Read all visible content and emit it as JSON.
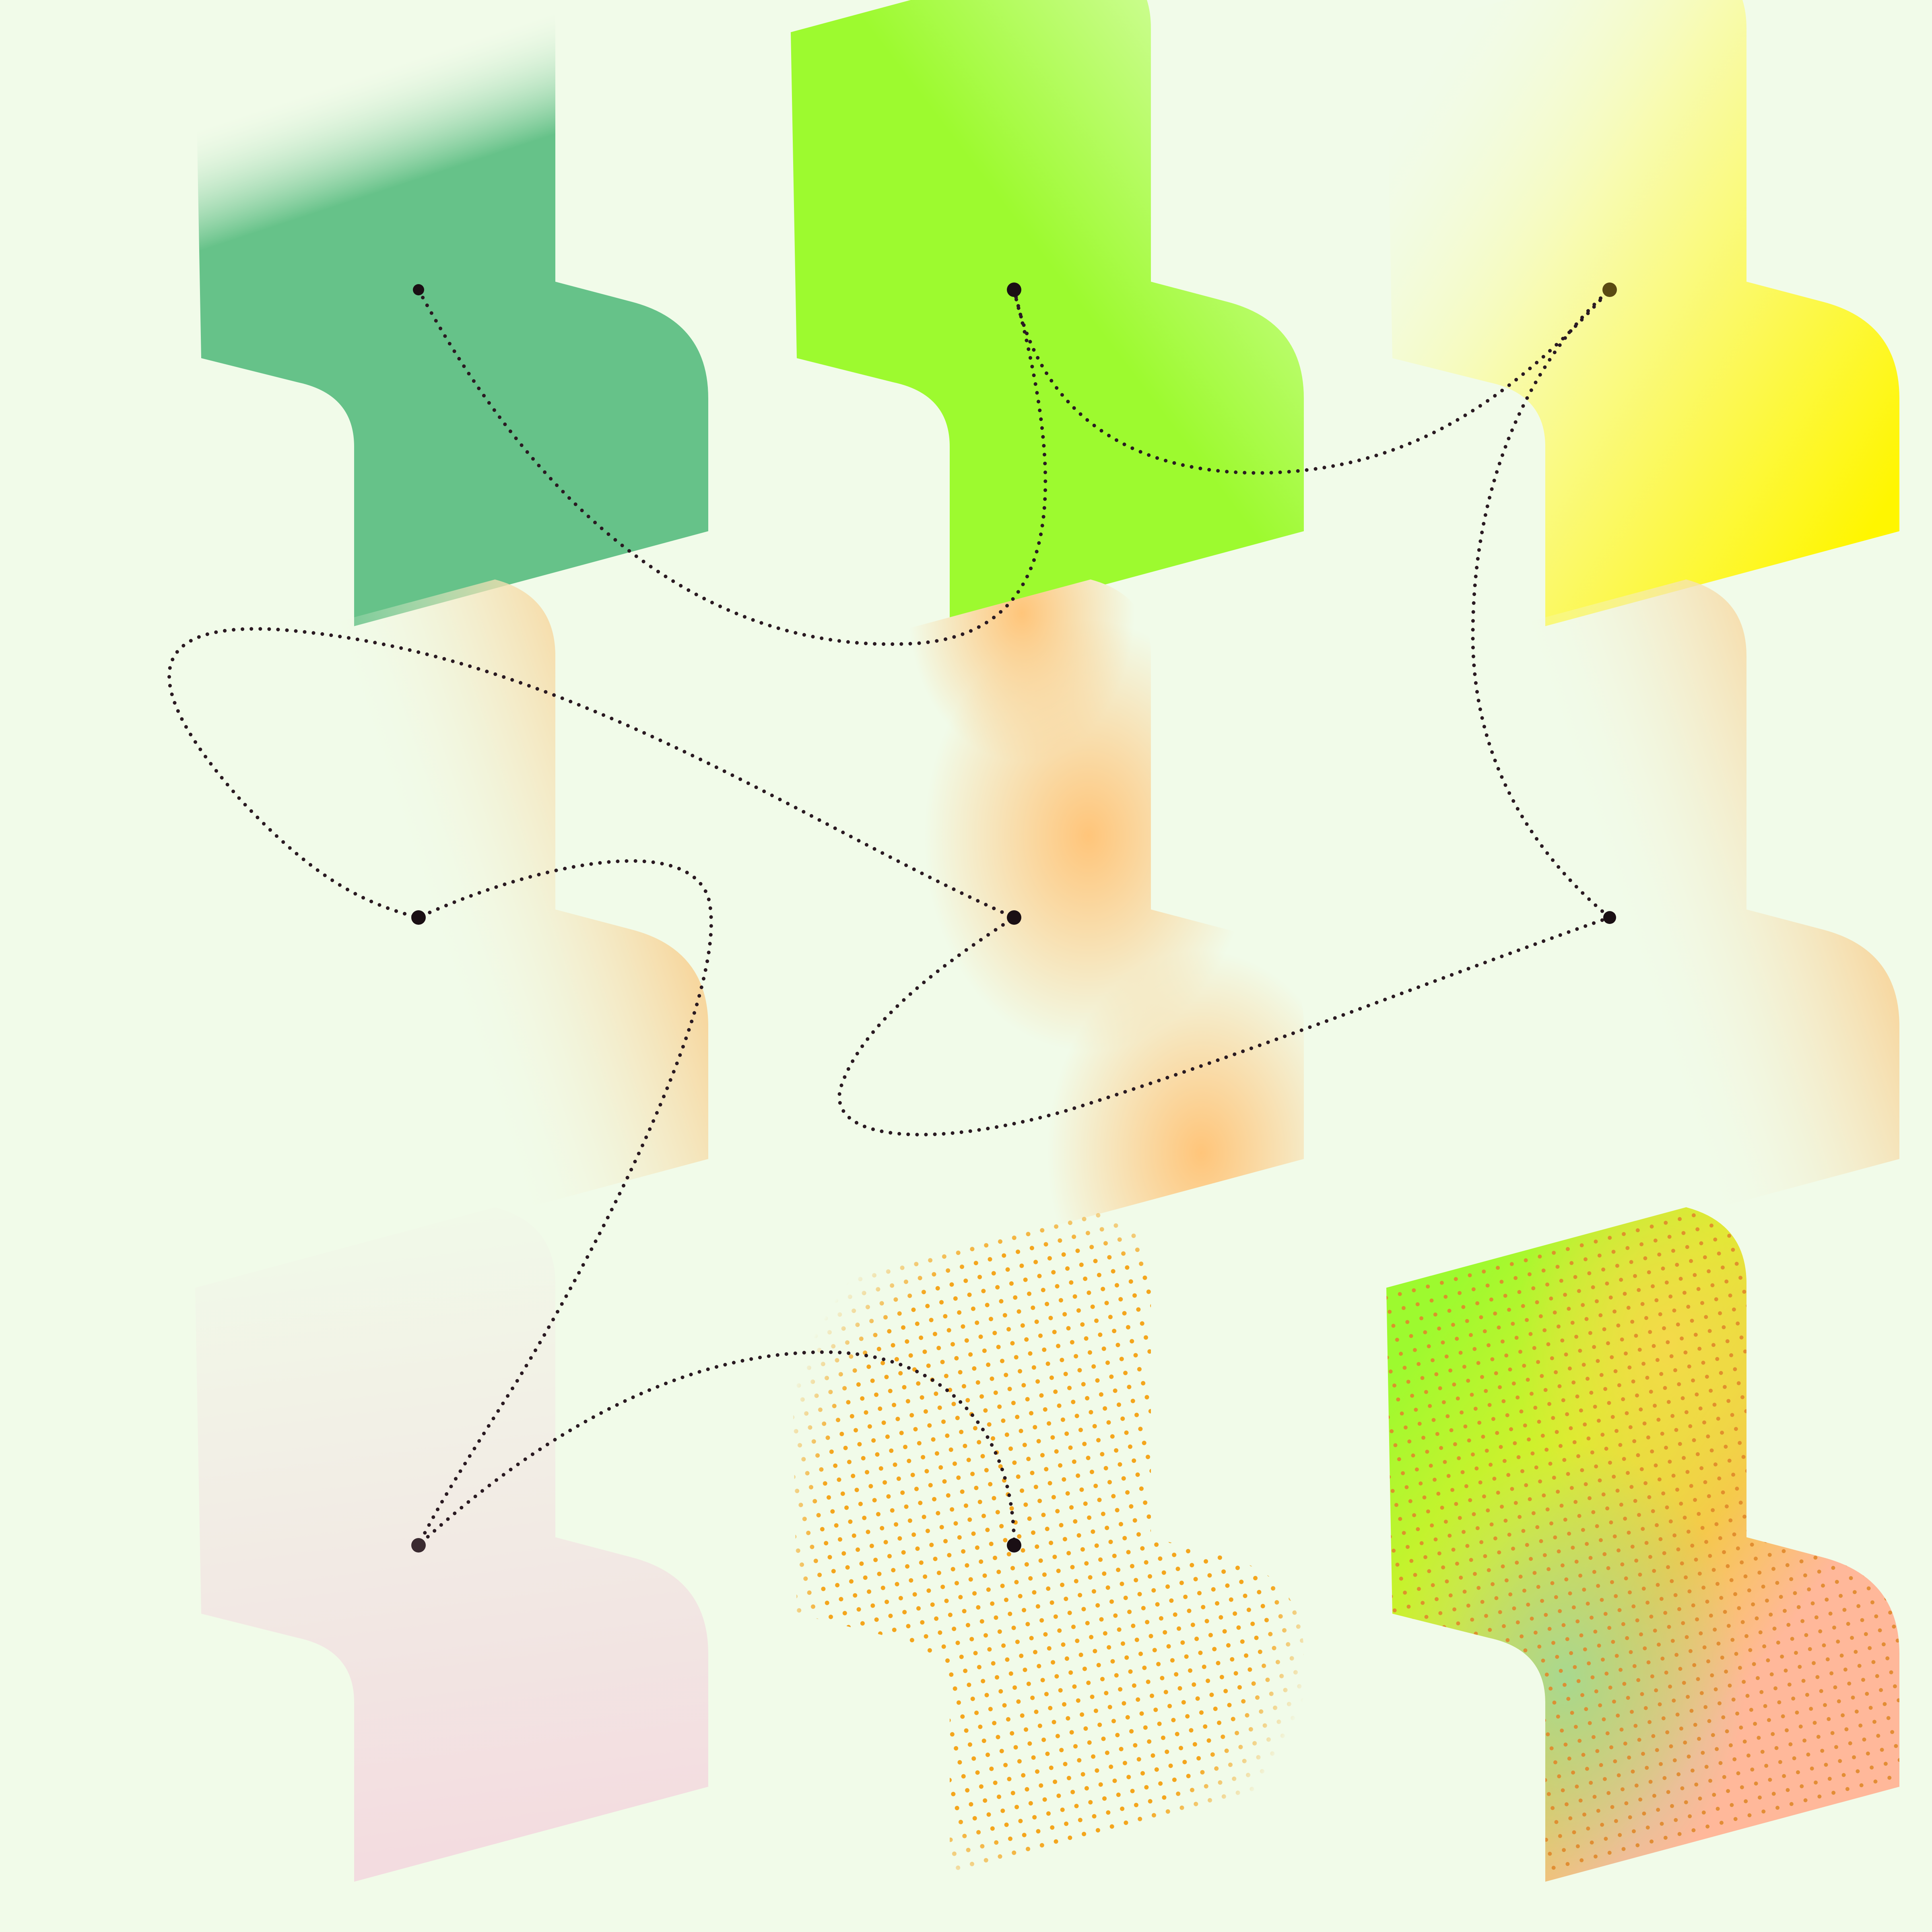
{
  "canvas": {
    "background": "#f1fbe9"
  },
  "shapes": [
    {
      "id": "shape-1",
      "fill": "green-fade",
      "colors": [
        "#66c289",
        "#f1fbe9"
      ]
    },
    {
      "id": "shape-2",
      "fill": "lime-gradient",
      "colors": [
        "#9dfa2f",
        "#e4ffc2"
      ]
    },
    {
      "id": "shape-3",
      "fill": "yellow-gradient",
      "colors": [
        "#fff600",
        "#f1fbe9"
      ]
    },
    {
      "id": "shape-4",
      "fill": "peach-fade",
      "colors": [
        "#f7d79f",
        "#f1fbe9"
      ]
    },
    {
      "id": "shape-5",
      "fill": "orange-radial",
      "colors": [
        "#ffc57a",
        "#f1fbe9"
      ]
    },
    {
      "id": "shape-6",
      "fill": "peach-fade",
      "colors": [
        "#f7d79f",
        "#f1fbe9"
      ]
    },
    {
      "id": "shape-7",
      "fill": "pink-fade",
      "colors": [
        "#f3dce0",
        "#f1fbe9"
      ]
    },
    {
      "id": "shape-8",
      "fill": "orange-dots",
      "colors": [
        "#f4a51c"
      ]
    },
    {
      "id": "shape-9",
      "fill": "multicolor-dots",
      "colors": [
        "#9dfa2f",
        "#f5c84a",
        "#a8d88f",
        "#ffb89a",
        "#e08a2a"
      ]
    }
  ],
  "path": {
    "style": "dotted",
    "color": "#2a1a22",
    "node_color": "#1a0f14"
  }
}
